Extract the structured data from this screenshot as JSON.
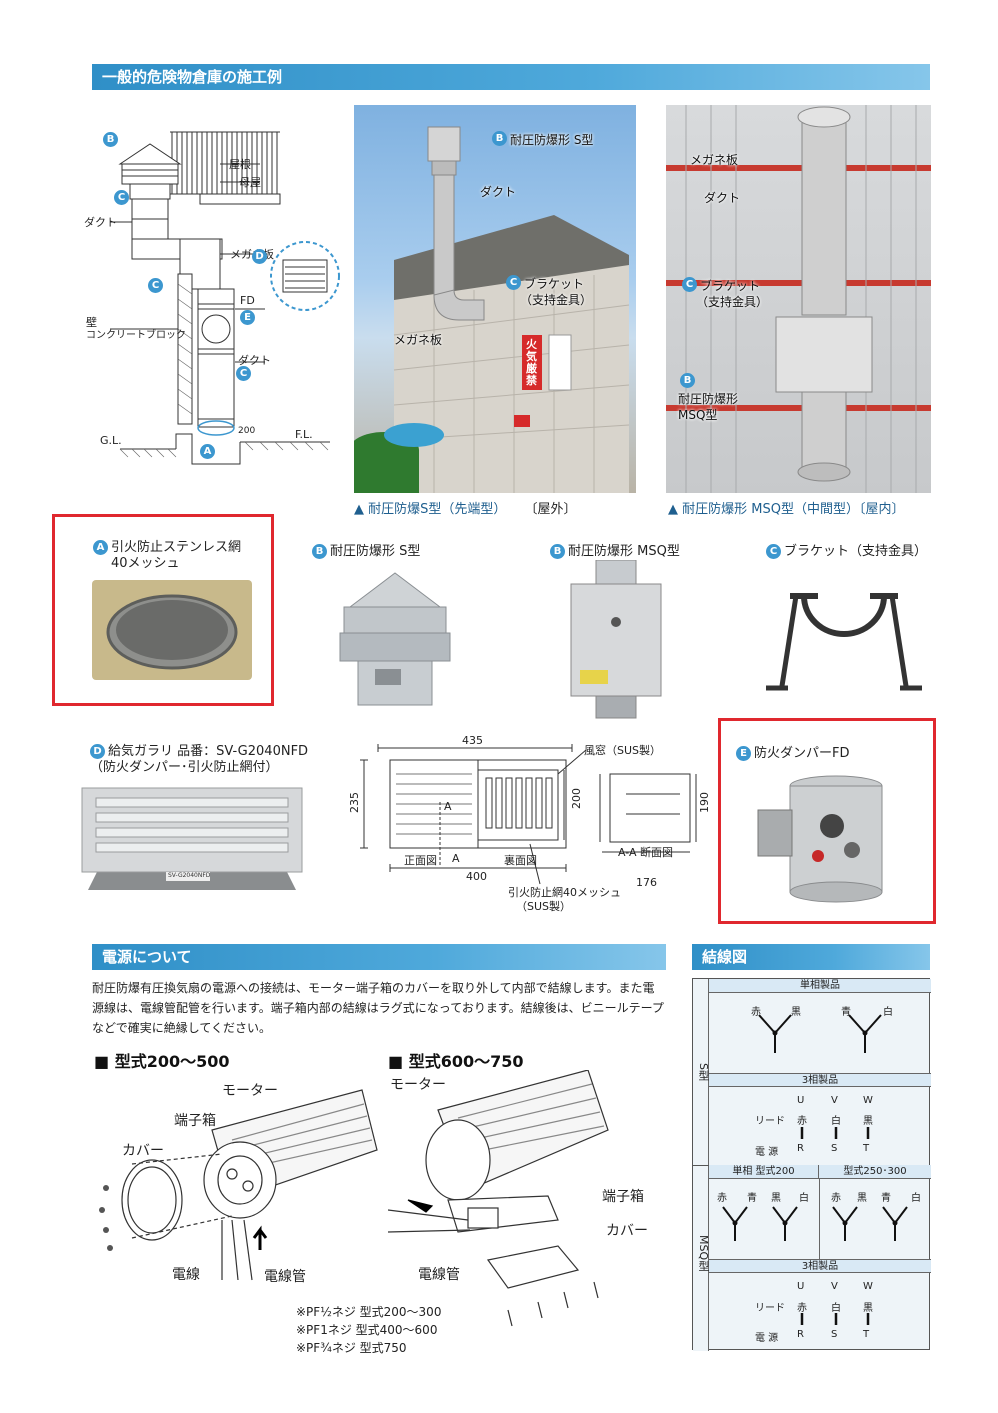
{
  "sections": {
    "example_title": "一般的危険物倉庫の施工例",
    "power_title": "電源について",
    "wiring_title": "結線図"
  },
  "diagram": {
    "labels": {
      "roof": "屋根",
      "purlin": "母屋",
      "duct1": "ダクト",
      "megane": "メガネ板",
      "fd": "FD",
      "wall1": "壁",
      "wall2": "コンクリートブロック",
      "duct2": "ダクト",
      "gl": "G.L.",
      "fl": "F.L.",
      "dim": "200"
    },
    "badges": {
      "b": "B",
      "c1": "C",
      "c2": "C",
      "c3": "C",
      "d": "D",
      "e": "E",
      "a": "A"
    }
  },
  "photo1": {
    "label_b": "耐圧防爆形 S型",
    "label_duct": "ダクト",
    "label_bracket1": "ブラケット",
    "label_bracket2": "（支持金具）",
    "label_megane": "メガネ板",
    "sign": "火気厳禁",
    "caption_main": "▲ 耐圧防爆S型（先端型）",
    "caption_tag": "〔屋外〕"
  },
  "photo2": {
    "label_megane": "メガネ板",
    "label_duct": "ダクト",
    "label_bracket1": "ブラケット",
    "label_bracket2": "（支持金具）",
    "label_b1": "耐圧防爆形",
    "label_b2": "MSQ型",
    "caption": "▲ 耐圧防爆形 MSQ型（中間型）〔屋内〕"
  },
  "parts": {
    "a_title1": "引火防止ステンレス網",
    "a_title2": "40メッシュ",
    "b_title": "耐圧防爆形 S型",
    "b2_title": "耐圧防爆形 MSQ型",
    "c_title": "ブラケット（支持金具）",
    "d_title1": "給気ガラリ 品番：SV-G2040NFD",
    "d_title2": "（防火ダンパー･引火防止網付）",
    "e_title": "防火ダンパーFD",
    "louver_tag": "SV-G2040NFD"
  },
  "dims": {
    "w435": "435",
    "h235": "235",
    "h200": "200",
    "w400": "400",
    "h190": "190",
    "w176": "176",
    "front": "正面図",
    "back": "裏面図",
    "aa": "A-A 断面図",
    "a1": "A",
    "a2": "A",
    "window": "風窓（SUS製）",
    "mesh1": "引火防止網40メッシュ",
    "mesh2": "（SUS製）"
  },
  "power": {
    "text": "耐圧防爆有圧換気扇の電源への接続は、モーター端子箱のカバーを取り外して内部で結線します。また電源線は、電線管配管を行います。端子箱内部の結線はラグ式になっております。結線後は、ビニールテープなどで確実に絶縁してください。",
    "model_a": "■ 型式200～500",
    "model_b": "■ 型式600～750",
    "a_motor": "モーター",
    "a_terminal": "端子箱",
    "a_cover": "カバー",
    "a_wire": "電線",
    "a_conduit": "電線管",
    "b_motor": "モーター",
    "b_terminal": "端子箱",
    "b_cover": "カバー",
    "b_conduit": "電線管",
    "note1": "※PF½ネジ 型式200～300",
    "note2": "※PF1ネジ 型式400～600",
    "note3": "※PF¾ネジ 型式750"
  },
  "wiring": {
    "s_label": "S型",
    "msq_label": "MSQ型",
    "s_single": "単相製品",
    "s_three": "3相製品",
    "msq_single": "単相 型式200",
    "msq_250": "型式250･300",
    "msq_three": "3相製品",
    "red": "赤",
    "black": "黒",
    "blue": "青",
    "white": "白",
    "u": "U",
    "v": "V",
    "w": "W",
    "lead": "リード",
    "power": "電 源",
    "r": "R",
    "s": "S",
    "t": "T"
  }
}
